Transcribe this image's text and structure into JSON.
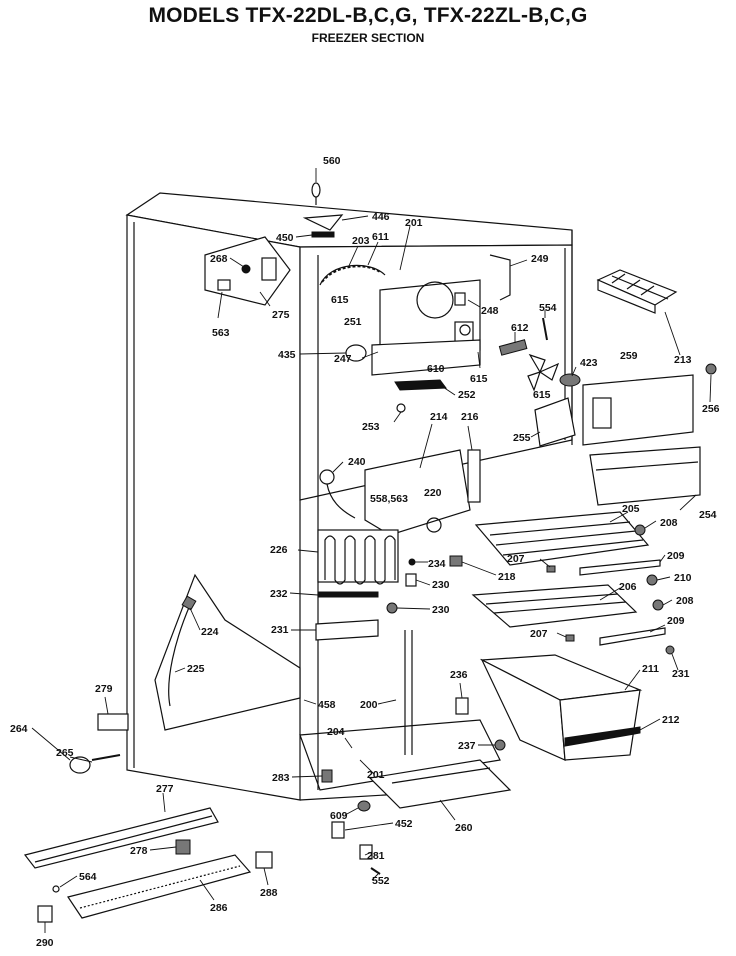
{
  "title": "MODELS TFX-22DL-B,C,G, TFX-22ZL-B,C,G",
  "subtitle": "FREEZER SECTION",
  "parts": [
    {
      "label": "560"
    },
    {
      "label": "446"
    },
    {
      "label": "450"
    },
    {
      "label": "201"
    },
    {
      "label": "203"
    },
    {
      "label": "611"
    },
    {
      "label": "268"
    },
    {
      "label": "249"
    },
    {
      "label": "615"
    },
    {
      "label": "275"
    },
    {
      "label": "563"
    },
    {
      "label": "248"
    },
    {
      "label": "554"
    },
    {
      "label": "251"
    },
    {
      "label": "612"
    },
    {
      "label": "435"
    },
    {
      "label": "247"
    },
    {
      "label": "610"
    },
    {
      "label": "615"
    },
    {
      "label": "423"
    },
    {
      "label": "259"
    },
    {
      "label": "213"
    },
    {
      "label": "615"
    },
    {
      "label": "256"
    },
    {
      "label": "252"
    },
    {
      "label": "253"
    },
    {
      "label": "214"
    },
    {
      "label": "216"
    },
    {
      "label": "255"
    },
    {
      "label": "240"
    },
    {
      "label": "558,563"
    },
    {
      "label": "220"
    },
    {
      "label": "254"
    },
    {
      "label": "205"
    },
    {
      "label": "208"
    },
    {
      "label": "226"
    },
    {
      "label": "234"
    },
    {
      "label": "207"
    },
    {
      "label": "209"
    },
    {
      "label": "218"
    },
    {
      "label": "230"
    },
    {
      "label": "210"
    },
    {
      "label": "232"
    },
    {
      "label": "206"
    },
    {
      "label": "230"
    },
    {
      "label": "208"
    },
    {
      "label": "224"
    },
    {
      "label": "231"
    },
    {
      "label": "209"
    },
    {
      "label": "207"
    },
    {
      "label": "225"
    },
    {
      "label": "211"
    },
    {
      "label": "231"
    },
    {
      "label": "236"
    },
    {
      "label": "279"
    },
    {
      "label": "458"
    },
    {
      "label": "200"
    },
    {
      "label": "212"
    },
    {
      "label": "204"
    },
    {
      "label": "264"
    },
    {
      "label": "265"
    },
    {
      "label": "237"
    },
    {
      "label": "201"
    },
    {
      "label": "283"
    },
    {
      "label": "277"
    },
    {
      "label": "609"
    },
    {
      "label": "452"
    },
    {
      "label": "260"
    },
    {
      "label": "278"
    },
    {
      "label": "281"
    },
    {
      "label": "564"
    },
    {
      "label": "552"
    },
    {
      "label": "288"
    },
    {
      "label": "286"
    },
    {
      "label": "290"
    }
  ]
}
